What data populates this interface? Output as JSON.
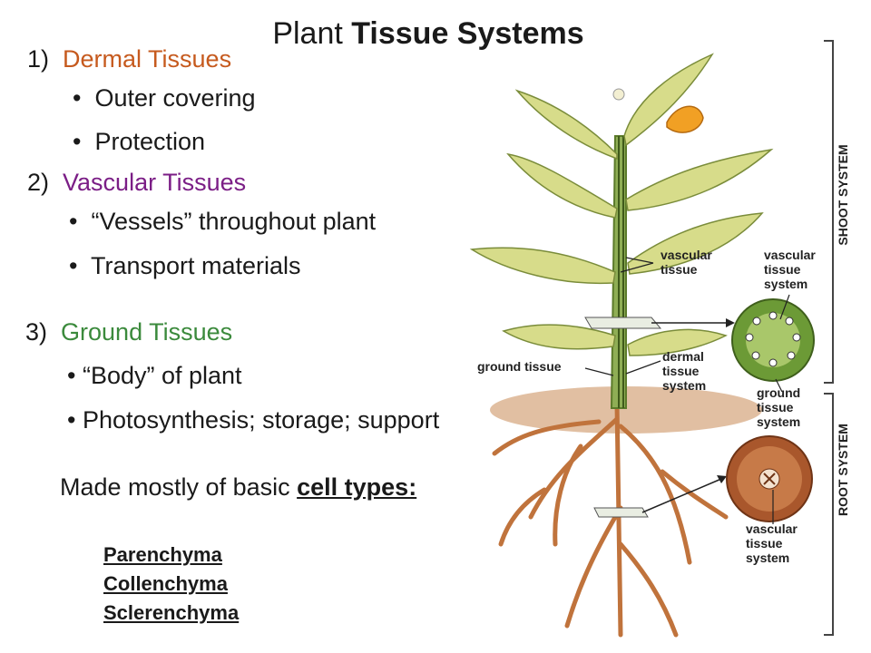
{
  "title": {
    "normal": "Plant",
    "bold": "Tissue Systems"
  },
  "sections": [
    {
      "number": "1)",
      "heading": "Dermal Tissues",
      "color": "#c65a1e",
      "bullets": [
        "Outer covering",
        "Protection"
      ]
    },
    {
      "number": "2)",
      "heading": "Vascular Tissues",
      "color": "#7b1e86",
      "bullets": [
        "“Vessels” throughout plant",
        "Transport materials"
      ]
    },
    {
      "number": "3)",
      "heading": "Ground Tissues",
      "color": "#3b8a3c",
      "bullets": [
        "“Body” of plant",
        "Photosynthesis; storage; support"
      ]
    }
  ],
  "made_mostly": {
    "prefix": "Made mostly of basic",
    "emphasis": "cell types:"
  },
  "cell_types": [
    "Parenchyma",
    "Collenchyma",
    "Sclerenchyma"
  ],
  "diagram_labels": {
    "vascular_tissue": [
      "vascular",
      "tissue"
    ],
    "ground_tissue": "ground tissue",
    "dermal_tissue_system": [
      "dermal",
      "tissue",
      "system"
    ],
    "shoot_vascular_system": [
      "vascular",
      "tissue",
      "system"
    ],
    "ground_tissue_system": [
      "ground",
      "tissue",
      "system"
    ],
    "root_vascular_system": [
      "vascular",
      "tissue",
      "system"
    ],
    "shoot_system": "SHOOT SYSTEM",
    "root_system": "ROOT SYSTEM"
  }
}
